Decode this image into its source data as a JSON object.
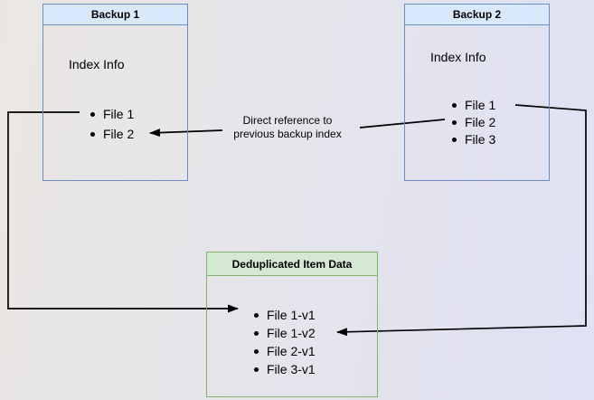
{
  "diagram": {
    "backup1": {
      "title": "Backup 1",
      "index_label": "Index Info",
      "files": [
        "File 1",
        "File 2"
      ]
    },
    "backup2": {
      "title": "Backup 2",
      "index_label": "Index Info",
      "files": [
        "File 1",
        "File 2",
        "File 3"
      ]
    },
    "dedup": {
      "title": "Deduplicated Item Data",
      "files": [
        "File 1-v1",
        "File 1-v2",
        "File 2-v1",
        "File 3-v1"
      ]
    },
    "annotation": {
      "line1": "Direct reference to",
      "line2": "previous backup index"
    },
    "colors": {
      "backup_box_border": "#6c8ebf",
      "backup_box_header_fill": "#dae8fc",
      "dedup_box_border": "#82b366",
      "dedup_box_header_fill": "#d5e8d4",
      "arrow": "#000000",
      "text": "#000000"
    }
  }
}
